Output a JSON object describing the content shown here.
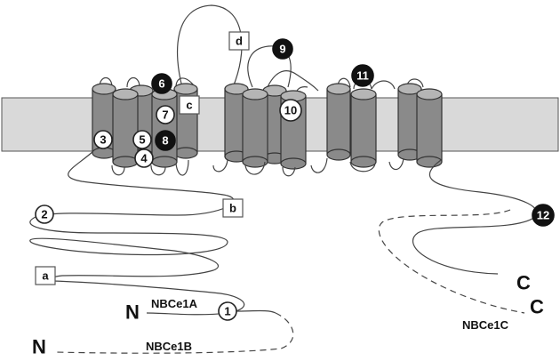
{
  "sites": [
    {
      "id": "s1",
      "label": "1",
      "style": "open"
    },
    {
      "id": "s2",
      "label": "2",
      "style": "open"
    },
    {
      "id": "s3",
      "label": "3",
      "style": "open"
    },
    {
      "id": "s4",
      "label": "4",
      "style": "open"
    },
    {
      "id": "s5",
      "label": "5",
      "style": "open"
    },
    {
      "id": "s6",
      "label": "6",
      "style": "filled"
    },
    {
      "id": "s7",
      "label": "7",
      "style": "open"
    },
    {
      "id": "s8",
      "label": "8",
      "style": "filled"
    },
    {
      "id": "s9",
      "label": "9",
      "style": "filled"
    },
    {
      "id": "s10",
      "label": "10",
      "style": "open"
    },
    {
      "id": "s11",
      "label": "11",
      "style": "filled"
    },
    {
      "id": "s12",
      "label": "12",
      "style": "filled"
    }
  ],
  "boxes": [
    {
      "id": "a",
      "label": "a"
    },
    {
      "id": "b",
      "label": "b"
    },
    {
      "id": "c",
      "label": "c"
    },
    {
      "id": "d",
      "label": "d"
    }
  ],
  "termini": {
    "n_1a": "N",
    "n_1b": "N",
    "c_upper": "C",
    "c_lower": "C"
  },
  "variants": {
    "nbce1a": "NBCe1A",
    "nbce1b": "NBCe1B",
    "nbce1c": "NBCe1C"
  }
}
